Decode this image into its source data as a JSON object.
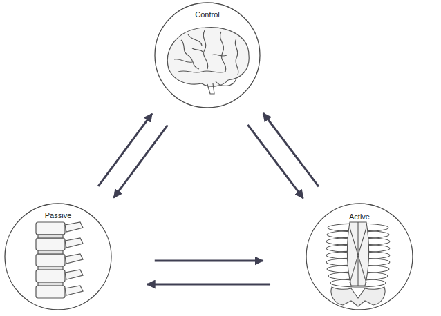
{
  "diagram": {
    "nodes": [
      {
        "text": [
          "Control"
        ]
      },
      {
        "text": [
          "Passive"
        ]
      },
      {
        "text": [
          "Active"
        ]
      }
    ],
    "edges": [
      {
        "from": 0,
        "to": 1,
        "arrow": "to"
      },
      {
        "from": 1,
        "to": 0,
        "arrow": "to"
      },
      {
        "from": 0,
        "to": 2,
        "arrow": "to"
      },
      {
        "from": 2,
        "to": 0,
        "arrow": "to"
      },
      {
        "from": 1,
        "to": 2,
        "arrow": "to"
      },
      {
        "from": 2,
        "to": 1,
        "arrow": "to"
      }
    ]
  }
}
